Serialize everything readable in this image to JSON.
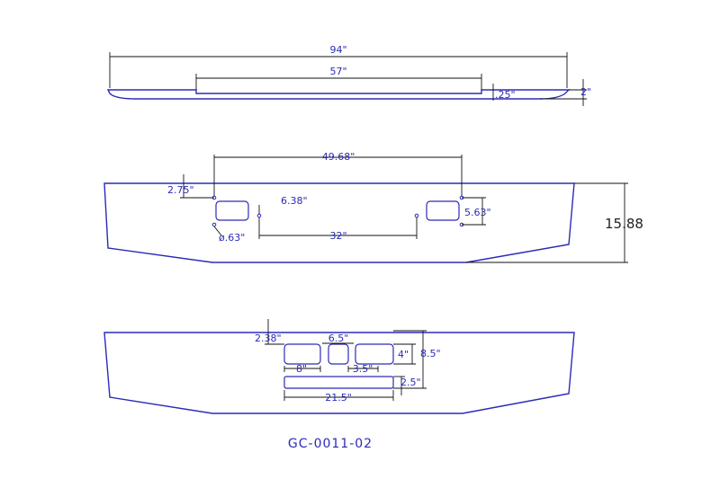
{
  "part_number": "GC-0011-02",
  "top_view": {
    "overall_length": "94\"",
    "center_length": "57\"",
    "step": ".25\"",
    "height": "2\""
  },
  "front_view_a": {
    "hole_spacing": "49.68\"",
    "hole_offset": "2.75\"",
    "inner_offset": "6.38\"",
    "pin_diameter": "ø.63\"",
    "inner_spacing": "32\"",
    "slot_height": "5.63\"",
    "overall_height": "15.88"
  },
  "front_view_b": {
    "top_offset": "2.38\"",
    "center_slot_width": "6.5\"",
    "side_slot_height": "4\"",
    "overall_height": "8.5\"",
    "left_slot_width": "8\"",
    "right_slot_width": "3.5\"",
    "bottom_slot_height": "2.5\"",
    "bottom_slot_width": "21.5\""
  }
}
